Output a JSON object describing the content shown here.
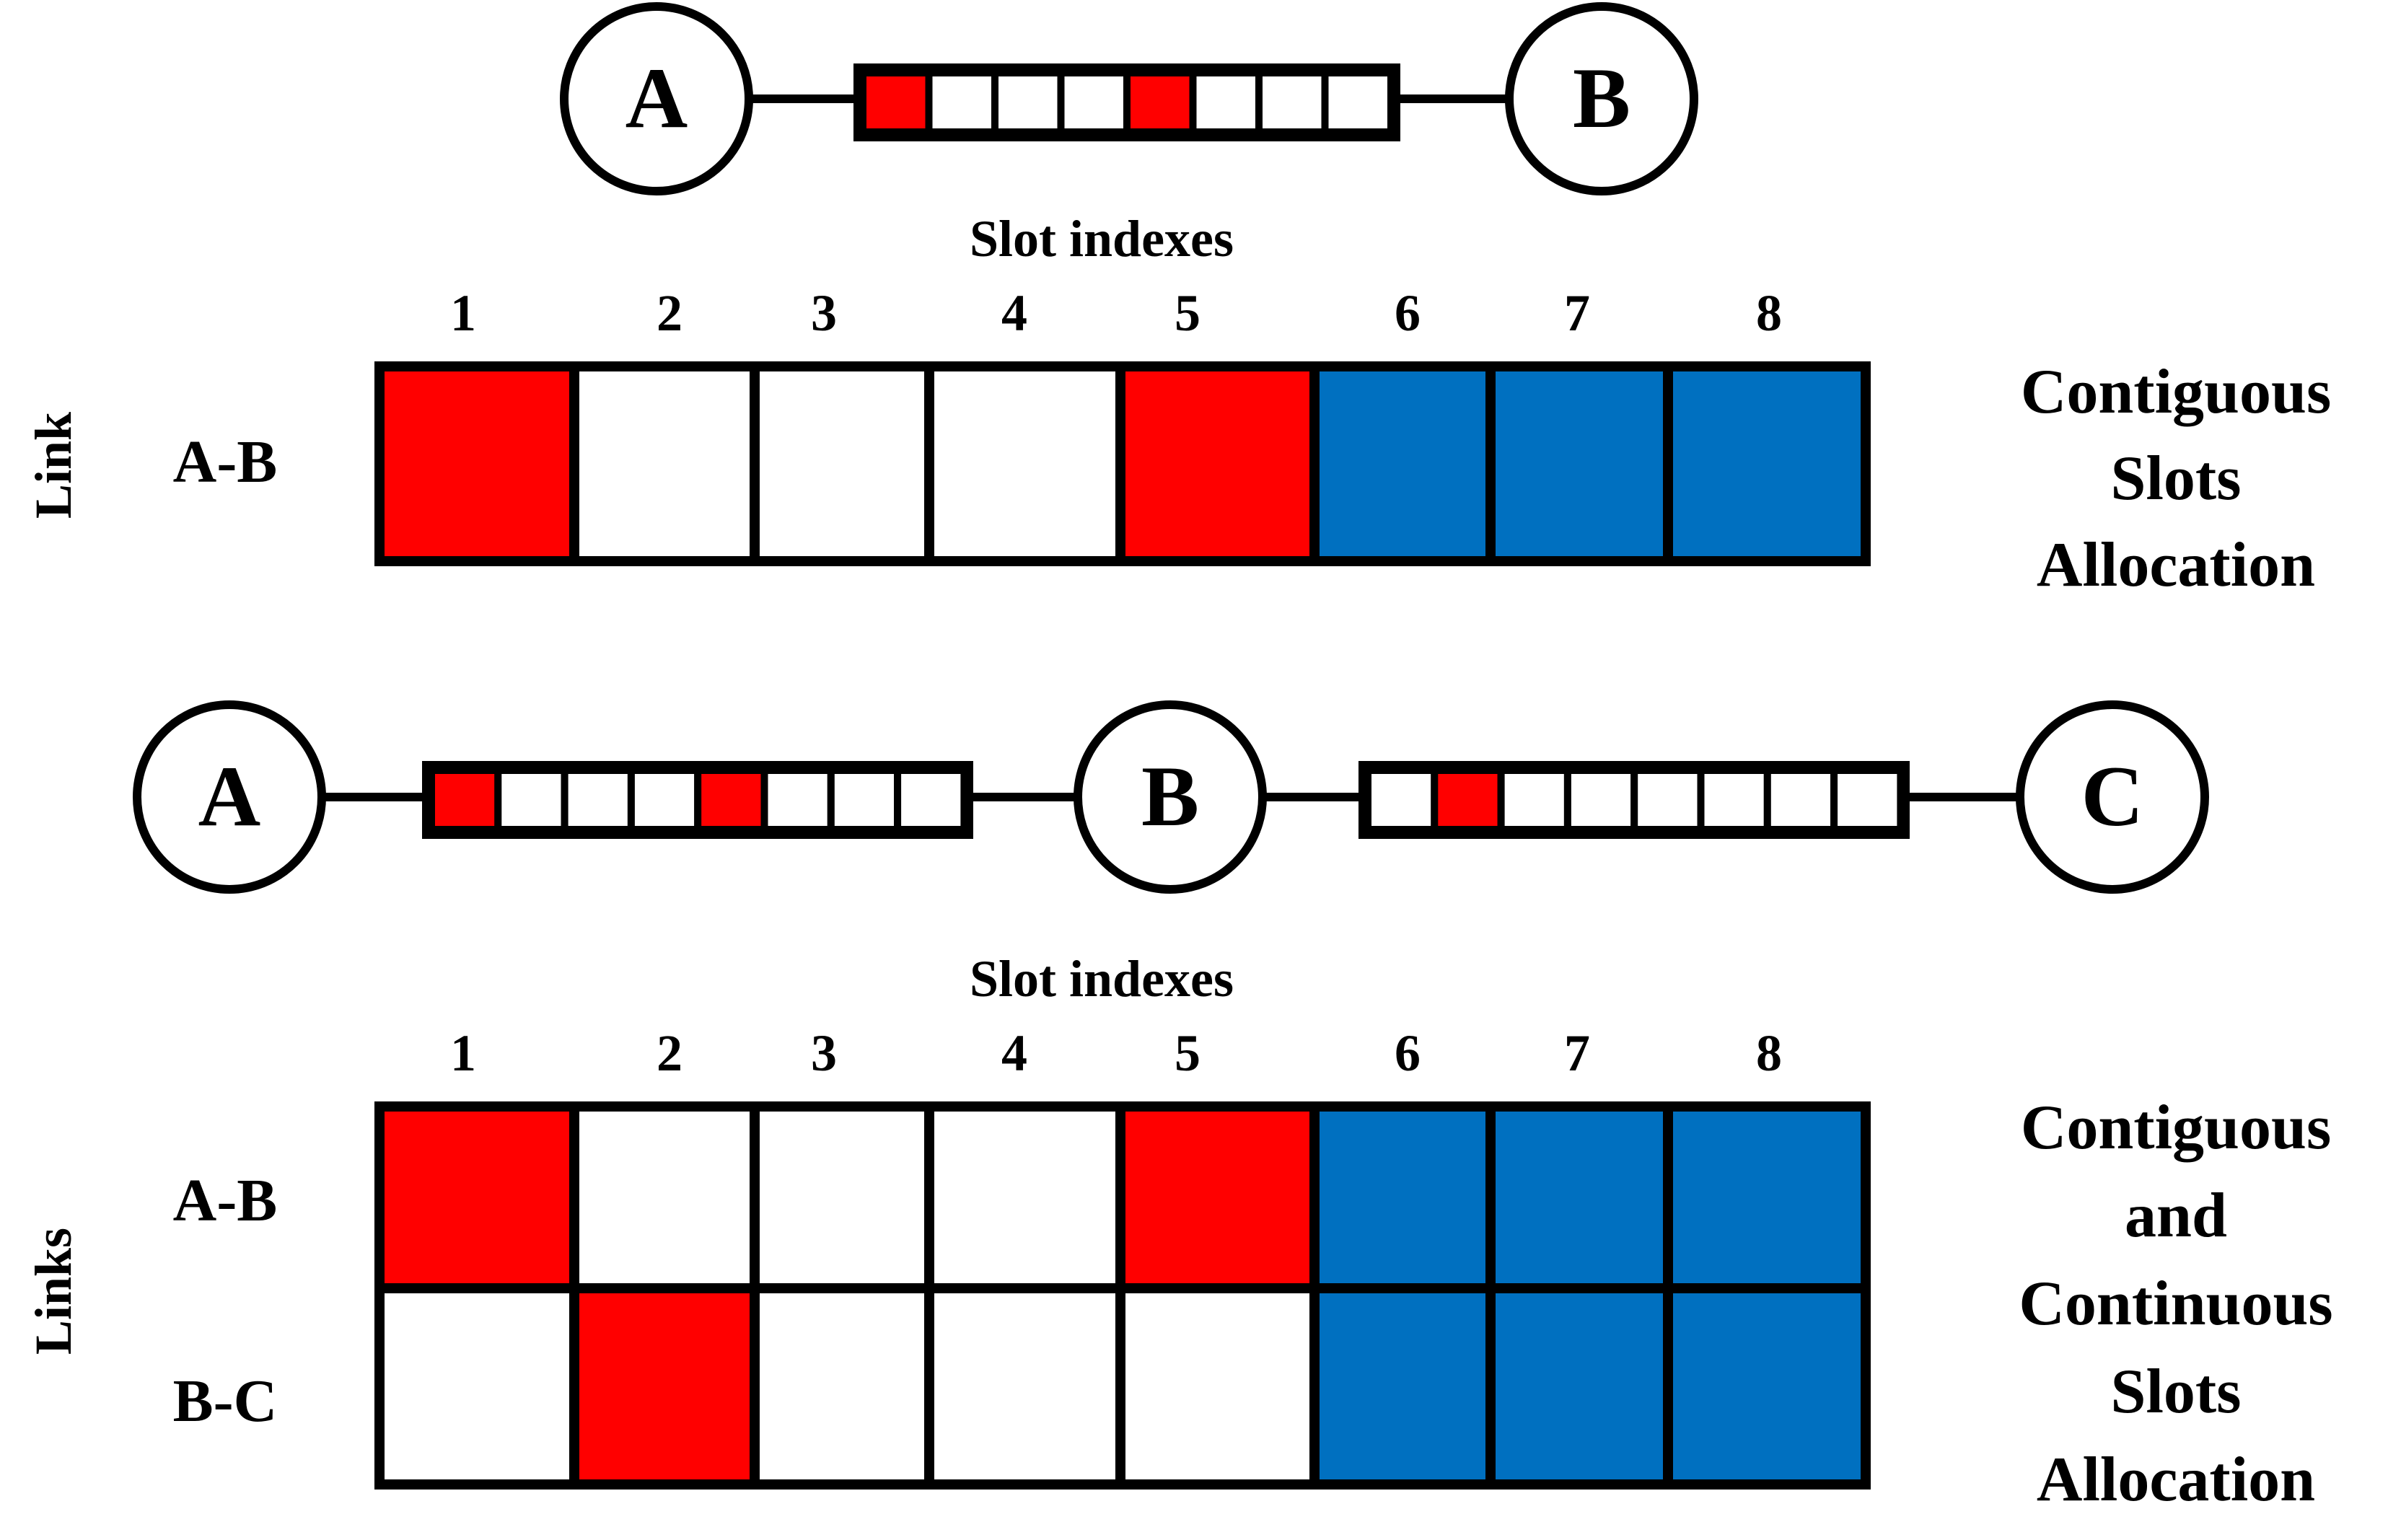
{
  "colors": {
    "used": "#ff0000",
    "free": "#ffffff",
    "reserved": "#0070c0",
    "stroke": "#000000"
  },
  "section1": {
    "topology": {
      "nodes": [
        "A",
        "B"
      ],
      "links": [
        {
          "name": "A-B",
          "slots": [
            "used",
            "free",
            "free",
            "free",
            "used",
            "free",
            "free",
            "free"
          ]
        }
      ]
    },
    "slot_indexes_label": "Slot indexes",
    "slot_numbers": [
      "1",
      "2",
      "3",
      "4",
      "5",
      "6",
      "7",
      "8"
    ],
    "side_label": "Link",
    "grid_rows": [
      {
        "label": "A-B",
        "slots": [
          "used",
          "free",
          "free",
          "free",
          "used",
          "reserved",
          "reserved",
          "reserved"
        ]
      }
    ],
    "caption_lines": [
      "Contiguous",
      "Slots",
      "Allocation"
    ]
  },
  "section2": {
    "topology": {
      "nodes": [
        "A",
        "B",
        "C"
      ],
      "links": [
        {
          "name": "A-B",
          "slots": [
            "used",
            "free",
            "free",
            "free",
            "used",
            "free",
            "free",
            "free"
          ]
        },
        {
          "name": "B-C",
          "slots": [
            "free",
            "used",
            "free",
            "free",
            "free",
            "free",
            "free",
            "free"
          ]
        }
      ]
    },
    "slot_indexes_label": "Slot indexes",
    "slot_numbers": [
      "1",
      "2",
      "3",
      "4",
      "5",
      "6",
      "7",
      "8"
    ],
    "side_label": "Links",
    "grid_rows": [
      {
        "label": "A-B",
        "slots": [
          "used",
          "free",
          "free",
          "free",
          "used",
          "reserved",
          "reserved",
          "reserved"
        ]
      },
      {
        "label": "B-C",
        "slots": [
          "free",
          "used",
          "free",
          "free",
          "free",
          "reserved",
          "reserved",
          "reserved"
        ]
      }
    ],
    "caption_lines": [
      "Contiguous",
      "and",
      "Continuous",
      "Slots",
      "Allocation"
    ]
  }
}
